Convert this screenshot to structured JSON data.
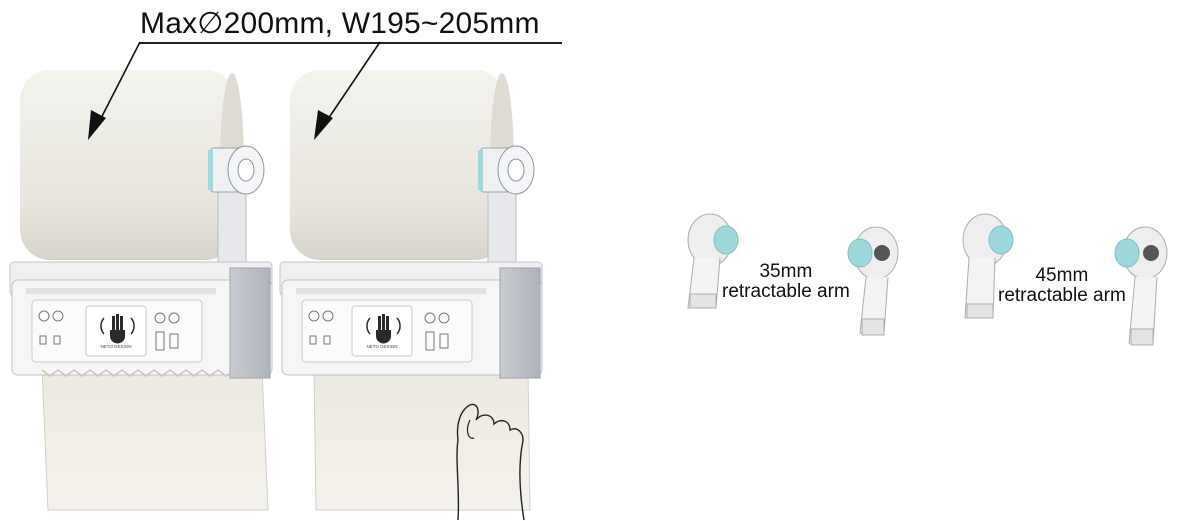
{
  "spec": {
    "max_size_text": "Max∅200mm, W195~205mm"
  },
  "dispenser": {
    "logo_text": "NETO DESIGN"
  },
  "arms": [
    {
      "length": "35mm",
      "label": "retractable arm"
    },
    {
      "length": "45mm",
      "label": "retractable arm"
    }
  ],
  "colors": {
    "roll": "#e9e7e0",
    "housing": "#f3f3f3",
    "hub_accent": "#9ed8dc",
    "outline": "#222222"
  }
}
